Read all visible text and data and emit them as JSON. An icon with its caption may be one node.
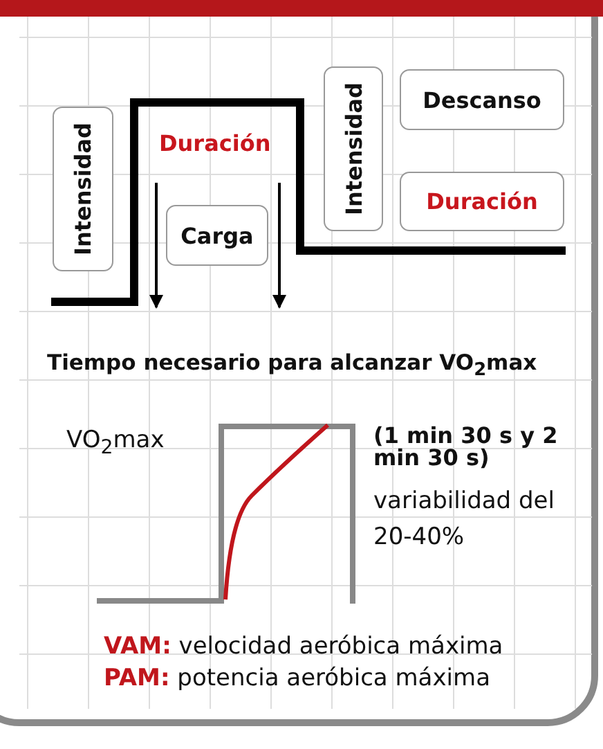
{
  "diagram": {
    "title": "Tiempo necesario para alcanzar VO$_{2}$max",
    "nodes": [
      {
        "text": [
          "Intensidad"
        ]
      },
      {
        "text": [
          "Carga"
        ]
      },
      {
        "text": [
          "Intensidad"
        ]
      },
      {
        "text": [
          "Descanso"
        ]
      },
      {
        "text": [
          "Duración"
        ]
      }
    ],
    "labels": [
      "Duración",
      "VO$_{2}$max",
      "(1 min 30 s y 2 min 30 s)",
      "variabilidad del 20-40%",
      "**VAM:** velocidad aeróbica máxima",
      "**PAM:** potencia aeróbica máxima"
    ]
  }
}
